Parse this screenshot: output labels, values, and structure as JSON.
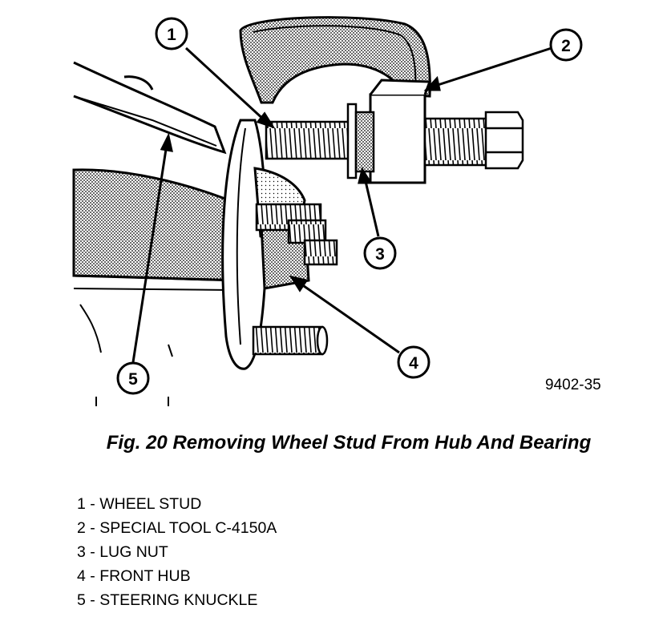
{
  "figure": {
    "id": "9402-35",
    "callouts": [
      "1",
      "2",
      "3",
      "4",
      "5"
    ]
  },
  "caption": "Fig. 20 Removing Wheel Stud From Hub And Bearing",
  "legend": [
    {
      "num": "1",
      "sep": " - ",
      "label": "WHEEL STUD"
    },
    {
      "num": "2",
      "sep": " - ",
      "label": "SPECIAL TOOL C-4150A"
    },
    {
      "num": "3",
      "sep": " - ",
      "label": "LUG NUT"
    },
    {
      "num": "4",
      "sep": " - ",
      "label": "FRONT HUB"
    },
    {
      "num": "5",
      "sep": " - ",
      "label": "STEERING KNUCKLE"
    }
  ]
}
